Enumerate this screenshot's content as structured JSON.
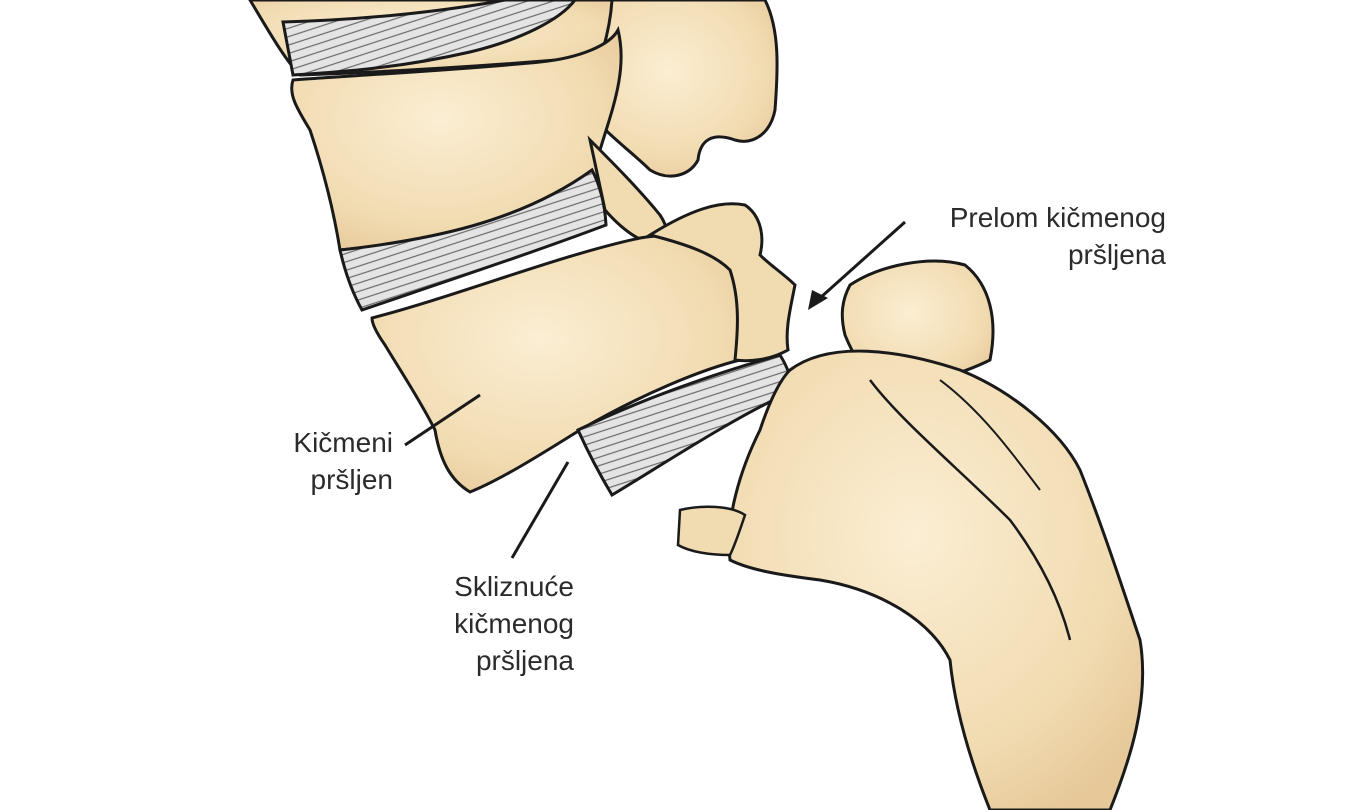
{
  "labels": {
    "fracture": [
      "Prelom kičmenog",
      "pršljena"
    ],
    "vertebra": [
      "Kičmeni",
      "pršljen"
    ],
    "slip": [
      "Skliznuće",
      "kičmenog",
      "pršljena"
    ]
  },
  "colors": {
    "bone": "#f3dfb9",
    "bone_shadow": "#e2c596",
    "outline": "#1a1a1a",
    "disc": "#dcdcdc",
    "text": "#2b2b2b"
  }
}
